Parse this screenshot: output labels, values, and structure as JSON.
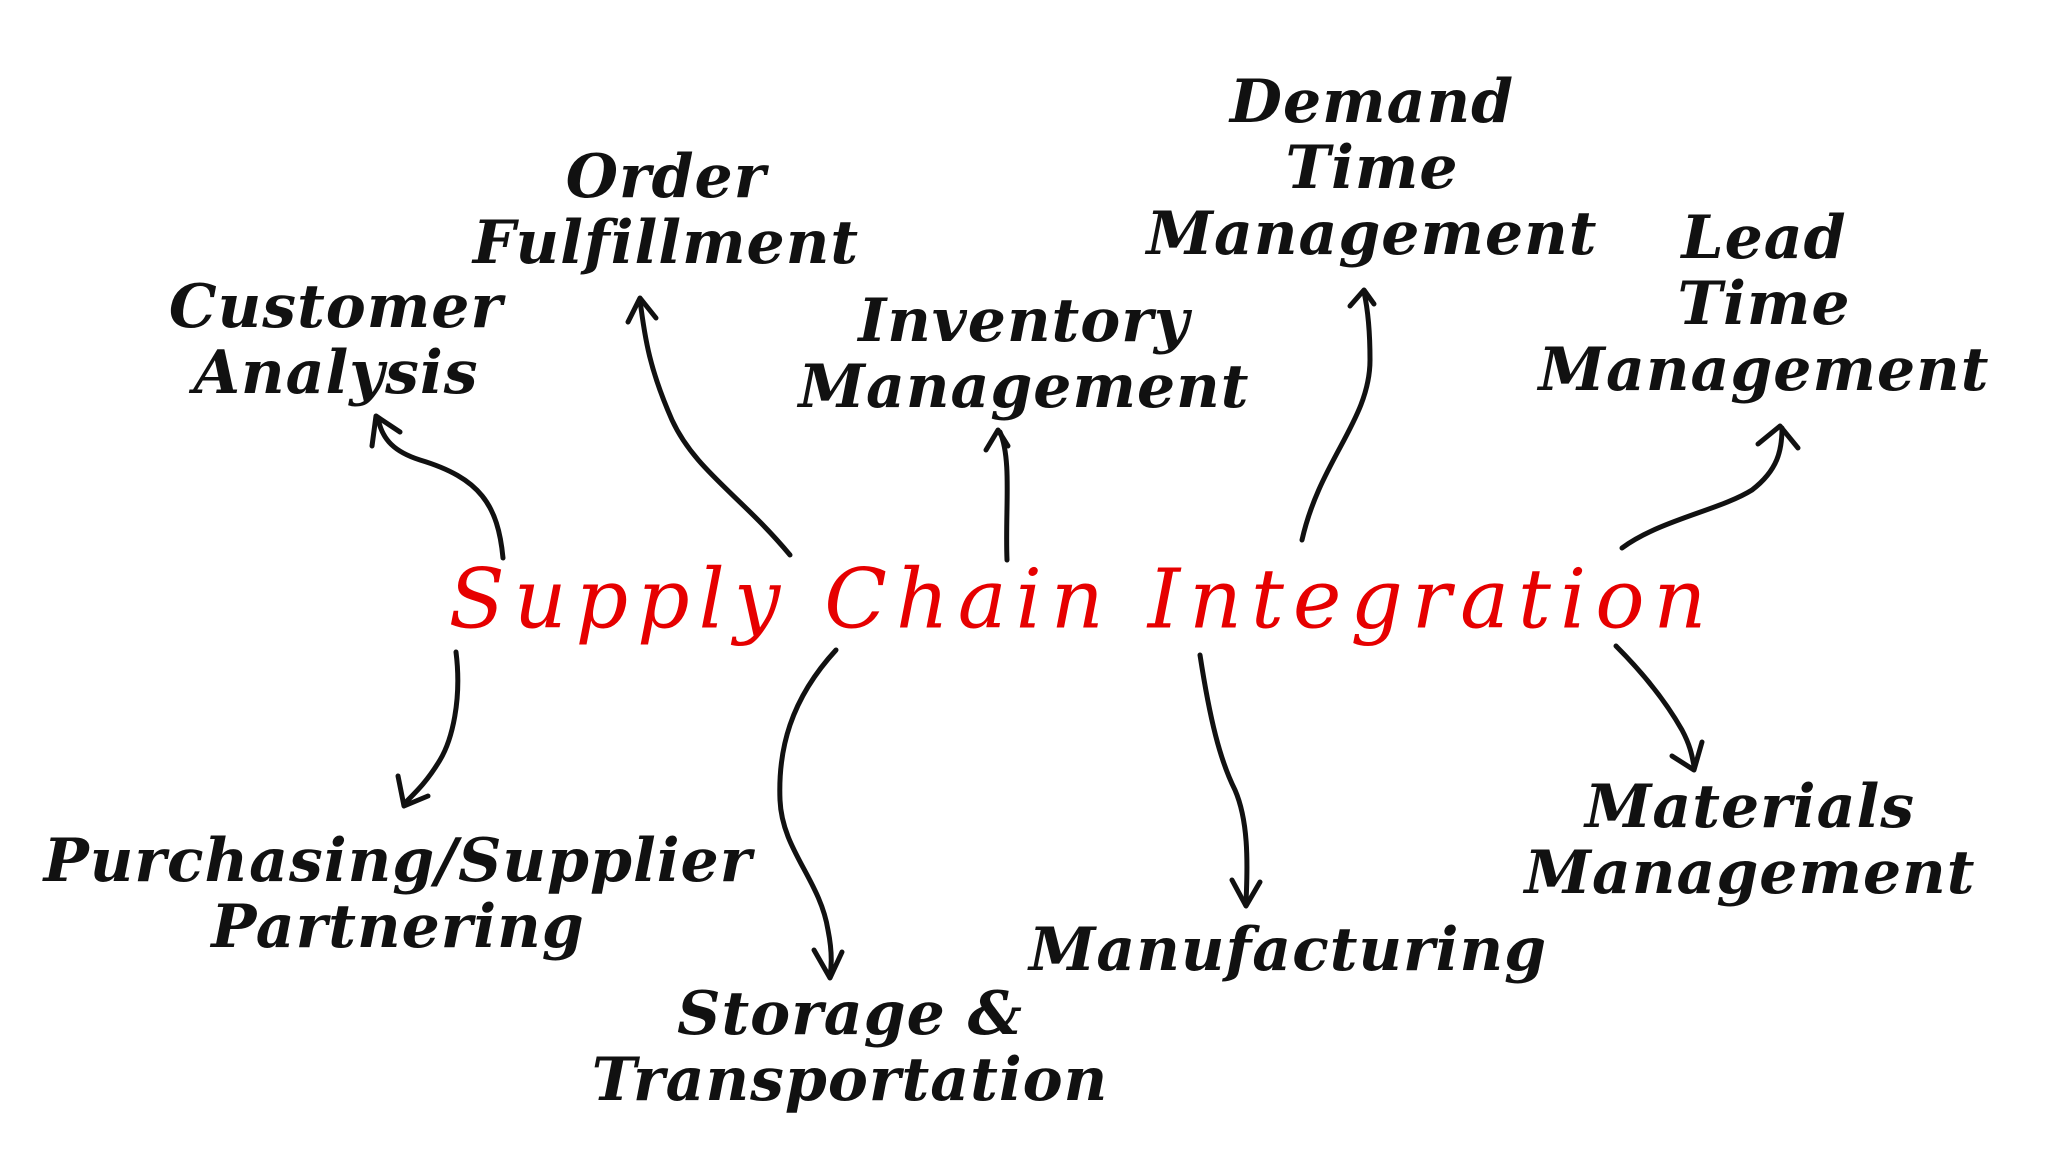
{
  "center": {
    "title": "Supply Chain Integration",
    "color": "#e60000"
  },
  "line_color": "#111111",
  "nodes": {
    "customer_analysis": {
      "lines": [
        "Customer",
        "Analysis"
      ]
    },
    "order_fulfillment": {
      "lines": [
        "Order",
        "Fulfillment"
      ]
    },
    "inventory_management": {
      "lines": [
        "Inventory",
        "Management"
      ]
    },
    "demand_time_management": {
      "lines": [
        "Demand",
        "Time",
        "Management"
      ]
    },
    "lead_time_management": {
      "lines": [
        "Lead",
        "Time",
        "Management"
      ]
    },
    "purchasing_supplier_partnering": {
      "lines": [
        "Purchasing/Supplier",
        "Partnering"
      ]
    },
    "storage_transportation": {
      "lines": [
        "Storage &",
        "Transportation"
      ]
    },
    "manufacturing": {
      "lines": [
        "Manufacturing"
      ]
    },
    "materials_management": {
      "lines": [
        "Materials",
        "Management"
      ]
    }
  }
}
